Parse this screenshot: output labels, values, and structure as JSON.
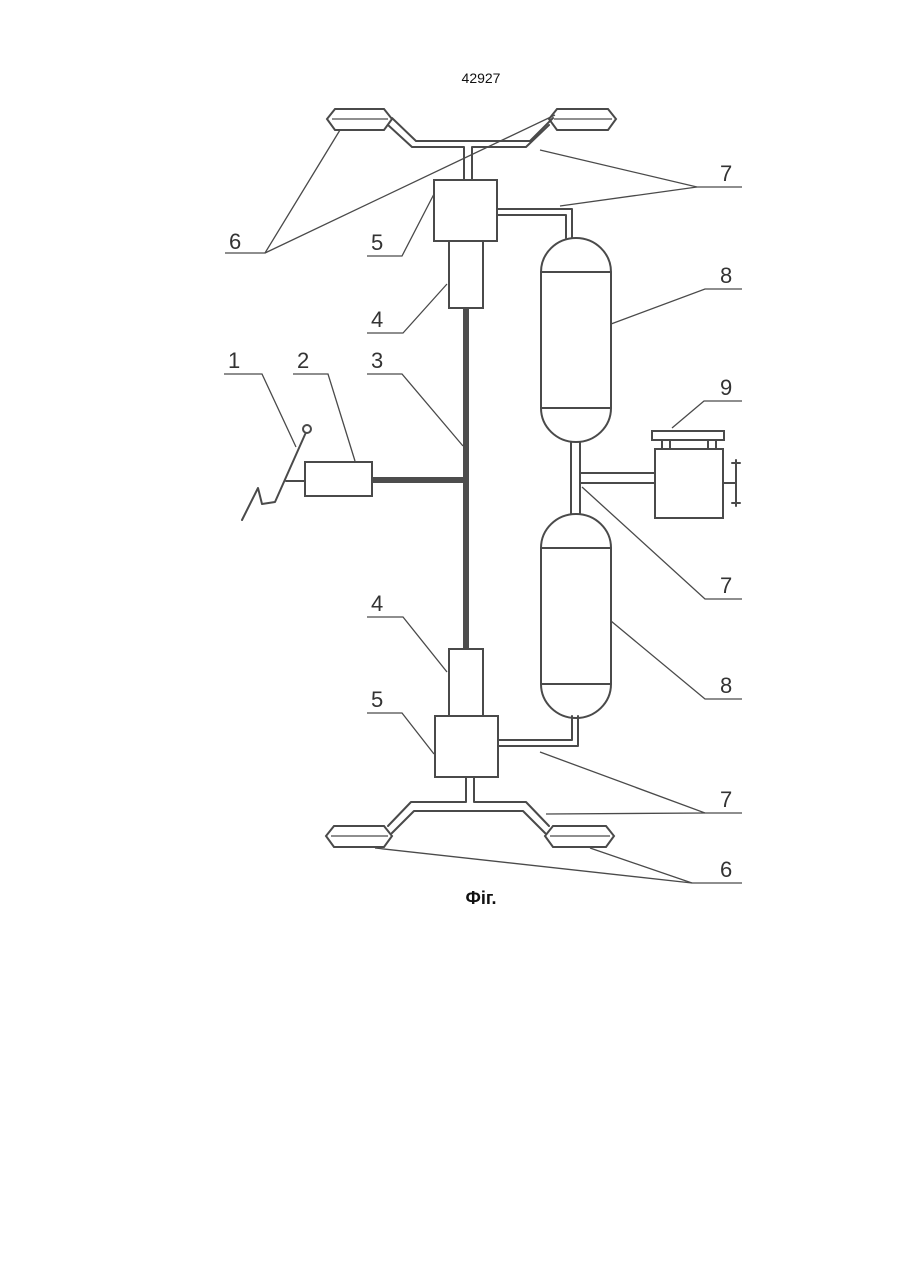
{
  "page_number": "42927",
  "caption": "Фіг.",
  "labels": {
    "l1": "1",
    "l2": "2",
    "l3": "3",
    "l4_top": "4",
    "l4_bottom": "4",
    "l5_top": "5",
    "l5_bottom": "5",
    "l6_top": "6",
    "l6_bottom": "6",
    "l7_top": "7",
    "l7_middle": "7",
    "l7_bottom": "7",
    "l8_top": "8",
    "l8_bottom": "8",
    "l9": "9"
  }
}
